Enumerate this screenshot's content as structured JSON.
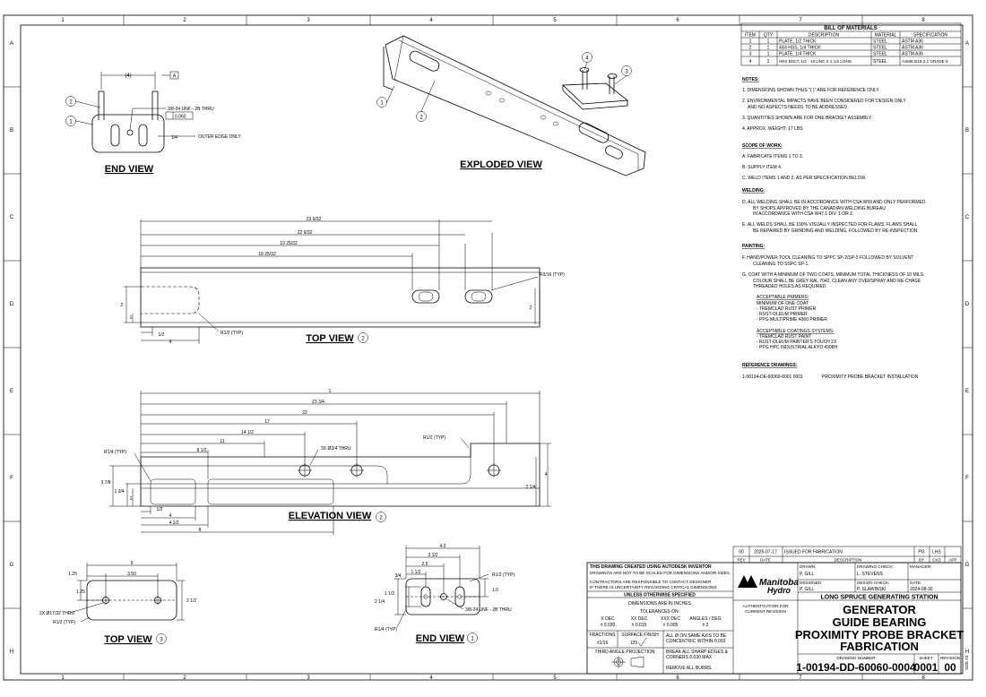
{
  "zones": {
    "cols": [
      "1",
      "2",
      "3",
      "4",
      "5",
      "6",
      "7",
      "8"
    ],
    "rows": [
      "A",
      "B",
      "C",
      "D",
      "E",
      "F",
      "G",
      "H"
    ]
  },
  "bom": {
    "title": "BILL OF MATERIALS",
    "headers": [
      "ITEM",
      "QTY",
      "DESCRIPTION",
      "MATERIAL",
      "SPECIFICATION"
    ],
    "rows": [
      [
        "1",
        "1",
        "PLATE, 1/2 THICK",
        "STEEL",
        "ASTM A36"
      ],
      [
        "2",
        "1",
        "4X4 HSS, 1/4 THICK",
        "STEEL",
        "ASTM A36"
      ],
      [
        "3",
        "1",
        "PLATE, 1/4 THICK",
        "STEEL",
        "ASTM A36"
      ],
      [
        "4",
        "2",
        "HEX BOLT, 1/2 - 13 UNC X 1 1/2 LONG",
        "STEEL",
        "ASME B18.2.1 GRADE 5"
      ]
    ]
  },
  "notes": {
    "heading": "NOTES:",
    "n1": "1. DIMENSIONS SHOWN THUS \"(    )\" ARE FOR REFERENCE ONLY.",
    "n2a": "2. ENVIRONMENTAL IMPACTS HAVE BEEN CONSIDERED FOR DESIGN ONLY",
    "n2b": "AND NO ASPECTS NEEDS TO BE ADDRESSED.",
    "n3": "3. QUANTITIES SHOWN ARE FOR ONE BRACKET ASSEMBLY.",
    "n4": "4. APPROX. WEIGHT: 17 LBS",
    "scope_heading": "SCOPE OF WORK:",
    "sa": "A.   FABRICATE ITEMS 1 TO 3.",
    "sb": "B.   SUPPLY ITEM 4.",
    "sc": "C.   WELD ITEMS 1 AND 2, AS PER SPECIFICATION BELOW.",
    "weld_heading": "WELDING:",
    "wd1": "D.   ALL WELDING SHALL BE IN ACCORDANCE WITH CSA W59 AND ONLY PERFORMED",
    "wd2": "BY SHOPS APPROVED BY THE CANADIAN WELDING BUREAU",
    "wd3": "IN ACCORDANCE WITH CSA W47.1 DIV. 1 OR 2.",
    "we1": "E.   ALL WELDS SHALL BE 100% VISUALLY INSPECTED FOR FLAWS. FLAWS SHALL",
    "we2": "BE REPAIRED BY GRINDING AND WELDING, FOLLOWED BY RE-INSPECTION.",
    "paint_heading": "PAINTING:",
    "pf1": "F.   HAND/POWER TOOL CLEANING TO SPPC SP-2/SP-3 FOLLOWED BY SOLVENT",
    "pf2": "CLEANING TO SSPC SP-1.",
    "pg1": "G.   COAT WITH A MINIMUM OF TWO COATS, MINIMUM TOTAL THICKNESS OF 10 MILS,",
    "pg2": "COLOUR SHALL BE GREY RAL 7042. CLEAN ANY OVERSPRAY AND RE-CHASE",
    "pg3": "THREADED HOLES AS REQUIRED.",
    "primers_heading": "ACCEPTABLE PRIMERS:",
    "pr1": "MINIMUM OF ONE COAT",
    "pr2": "- TREMCLAD RUST PRIMER",
    "pr3": "- RUST-OLEUM PRIMER",
    "pr4": "- PPG MULTIPRIME 4360 PRIMER",
    "coat_heading": "ACCEPTABLE COATINGS SYSTEMS:",
    "co1": "- TREMCLAD RUST PAINT",
    "co2": "- RUST-OLEUM PAINTER'S TOUCH 2X",
    "co3": "- PPG HPC INDUSTRIAL ALKYD 4308H",
    "ref_heading": "REFERENCE DRAWINGS:",
    "ref_num": "1-00194-DE-60060-0001 0001",
    "ref_title": "PROXIMITY PROBE BRACKET INSTALLATION"
  },
  "views": {
    "end_top": "END VIEW",
    "exploded": "EXPLODED VIEW",
    "top": "TOP VIEW",
    "top_ref": "2",
    "elevation": "ELEVATION VIEW",
    "elevation_ref": "2",
    "top2": "TOP VIEW",
    "top2_ref": "3",
    "end2": "END VIEW",
    "end2_ref": "1"
  },
  "dims": {
    "ev_4": "(4)",
    "ev_thread": "3/8-24 UNF - 2B THRU",
    "ev_tol": "0.060",
    "ev_datum": "A",
    "ev_quarter": "1/4",
    "ev_outer": "OUTER EDGE ONLY",
    "tv_1": "23 9/32",
    "tv_2": "22 9/32",
    "tv_3": "19 25/32",
    "tv_4": "18 25/32",
    "tv_r316": "R3/16 (TYP)",
    "tv_r12": "R1/2 (TYP)",
    "tv_2a": "2",
    "tv_2b": "2",
    "tv_1a": "1",
    "tv_half": "1/2",
    "tv_four": "4",
    "el_1": "1",
    "el_2": "23 3/4",
    "el_3": "22",
    "el_4": "17",
    "el_5": "14 1/2",
    "el_6": "11",
    "el_7": "8 1/2",
    "el_holes": "3X Ø3/4 THRU",
    "el_r14": "R1/4 (TYP)",
    "el_r12": "R1/2 (TYP)",
    "el_378": "3 7/8",
    "el_134": "1 3/4",
    "el_214": "2 1/4",
    "el_4h": "4",
    "el_half": "1/2",
    "el_4b": "4",
    "el_412": "4 1/2",
    "el_8": "8",
    "t3_9": "9",
    "t3_125a": "1.25",
    "t3_350": "3.50",
    "t3_125b": "1.25",
    "t3_212": "2 1/2",
    "t3_holes": "2X Ø17/32 THRU",
    "t3_r12": "R1/2 (TYP)",
    "e1_40": "4.0",
    "e1_312": "3 1/2",
    "e1_25": "2.5",
    "e1_112a": "1 1/2",
    "e1_34": "3/4",
    "e1_112b": "1 1/2",
    "e1_10": "1.0",
    "e1_214": "2 1/4",
    "e1_r12": "R1/2 (TYP)",
    "e1_thread": "3/8-24 UNF - 2B THRU",
    "e1_r14": "R1/4 (TYP)"
  },
  "balloons": [
    "1",
    "2",
    "3",
    "4"
  ],
  "revision": {
    "rev": "00",
    "date": "2025-07-17",
    "description": "ISSUED FOR FABRICATION",
    "by": "PG",
    "ckd": "LHS",
    "app": "",
    "headers": [
      "REV",
      "DATE",
      "DESCRIPTION",
      "BY",
      "CKD",
      "APP"
    ]
  },
  "title_block": {
    "inventor": "THIS DRAWING CREATED USING AUTODESK INVENTOR",
    "scale1": "DRAWINGS ARE NOT TO BE SCALED FOR DIMENSIONS AND/OR SIZES.",
    "scale2": "CONTRACTORS ARE RESPONSIBLE TO CONTACT DESIGNER",
    "scale3": "IF THERE IS UNCERTAINTY REGARDING CRITICAL DIMENSIONS.",
    "unless": "UNLESS OTHERWISE SPECIFIED",
    "dims_in": "DIMENSIONS ARE IN INCHES",
    "tol_on": "TOLERANCES ON:",
    "tol_x": "X DEC",
    "tol_xx": "XX DEC",
    "tol_xxx": "XXX DEC",
    "tol_ang": "ANGLES / DEG",
    "tol_xv": "± 0.030",
    "tol_xxv": "± 0.015",
    "tol_xxxv": "± 0.005",
    "tol_angv": "± 2",
    "fractions": "FRACTIONS",
    "frac_v": "±1/16",
    "surface": "SURFACE FINISH",
    "surface_v": "125",
    "concentric1": "ALL Ø ON SAME AXIS TO BE",
    "concentric2": "CONCENTRIC WITHIN 0.003",
    "third_angle": "THIRD ANGLE PROJECTION",
    "break1": "BREAK ALL SHARP EDGES &",
    "break2": "CORNERS 0.030 MAX.",
    "burrs": "REMOVE ALL BURRS.",
    "company_1": "Manitoba",
    "company_2": "Hydro",
    "auth1": "AUTHENTICATION FOR",
    "auth2": "CURRENT REVISION",
    "drawn_l": "DRAWN:",
    "drawn_v": "P. GILL",
    "dcheck_l": "DRAWING CHECK:",
    "dcheck_v": "L. STEVENS",
    "manager_l": "MANAGER:",
    "designed_l": "DESIGNED:",
    "designed_v": "P. GILL",
    "descheck_l": "DESIGN CHECK:",
    "descheck_v": "P. SLAWINSKI",
    "date_l": "DATE:",
    "date_v": "2024-08-30",
    "station": "LONG SPRUCE GENERATING STATION",
    "title1": "GENERATOR",
    "title2": "GUIDE BEARING",
    "title3": "PROXIMITY PROBE BRACKET",
    "title4": "FABRICATION",
    "dwgnum_l": "DRAWING NUMBER",
    "sheet_l": "SHEET",
    "revision_l": "REVISION",
    "dwgnum": "1-00194-DD-60060-0004",
    "sheet": "0001",
    "revnum": "00",
    "size": "SIZE A3"
  }
}
